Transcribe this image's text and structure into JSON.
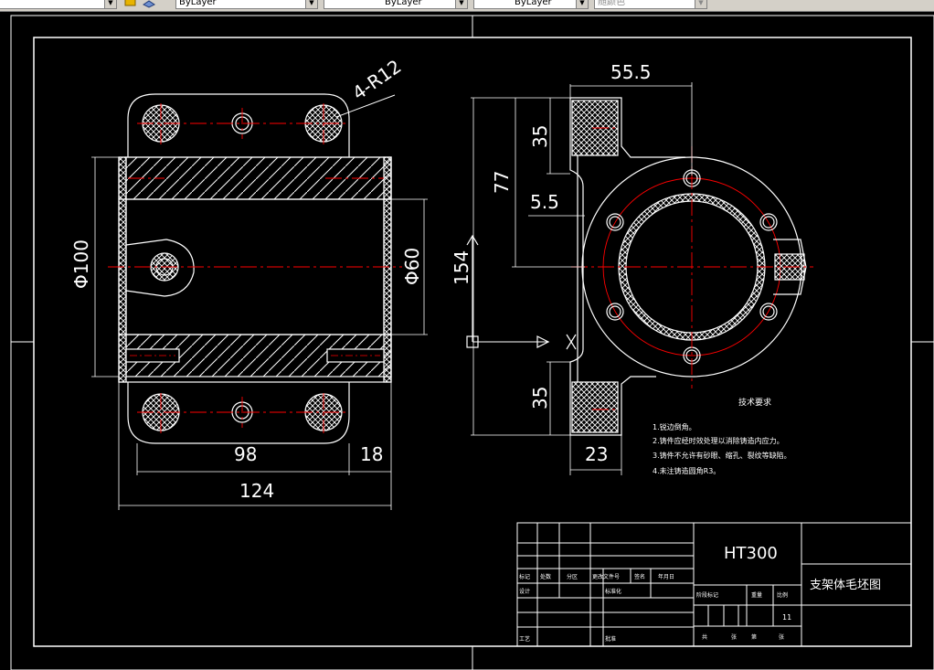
{
  "toolbar": {
    "combos": [
      {
        "value": ""
      },
      {
        "value": "ByLayer"
      },
      {
        "value": "ByLayer"
      },
      {
        "value": "ByLayer"
      },
      {
        "value": "随颜色"
      }
    ],
    "icons": [
      "layer-state-icon",
      "layer-previous-icon"
    ]
  },
  "drawing": {
    "dims": {
      "top_dim_4r12": "4-R12",
      "dia100": "Φ100",
      "dia60": "Φ60",
      "d98": "98",
      "d18": "18",
      "d124": "124",
      "d55_5": "55.5",
      "d35_top": "35",
      "d77": "77",
      "d5_5": "5.5",
      "d154": "154",
      "d35_bot": "35",
      "d23": "23"
    },
    "tech_title": "技术要求",
    "notes": [
      "1.锐边倒角。",
      "2.铸件应经时效处理以消除铸造内应力。",
      "3.铸件不允许有砂眼、缩孔、裂纹等缺陷。",
      "4.未注铸造圆角R3。"
    ],
    "title_block": {
      "material": "HT300",
      "part_name": "支架体毛坯图",
      "sheet_count": "11",
      "row_labels": [
        "标记",
        "处数",
        "分区",
        "更改文件号",
        "签名",
        "年月日"
      ],
      "design": "设计",
      "standard": "标准化",
      "stage_label": "阶段标记",
      "weight": "重量",
      "scale": "比例",
      "craft": "工艺",
      "approve": "批准",
      "sheet_total": "共",
      "sheet": "张",
      "sheet_no": "第"
    }
  },
  "colors": {
    "background": "#000000",
    "line": "#ffffff",
    "centerline": "#ff0000",
    "toolbar": "#d4d0c8"
  }
}
